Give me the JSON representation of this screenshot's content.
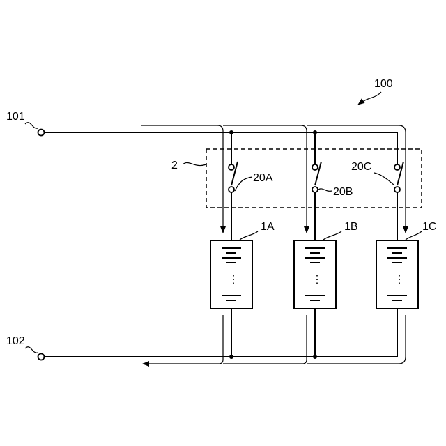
{
  "diagram": {
    "system_label": "100",
    "terminal_in": "101",
    "terminal_out": "102",
    "switch_unit_label": "2",
    "switches": [
      "20A",
      "20B",
      "20C"
    ],
    "batteries": [
      "1A",
      "1B",
      "1C"
    ],
    "ellipsis": "⋮"
  }
}
